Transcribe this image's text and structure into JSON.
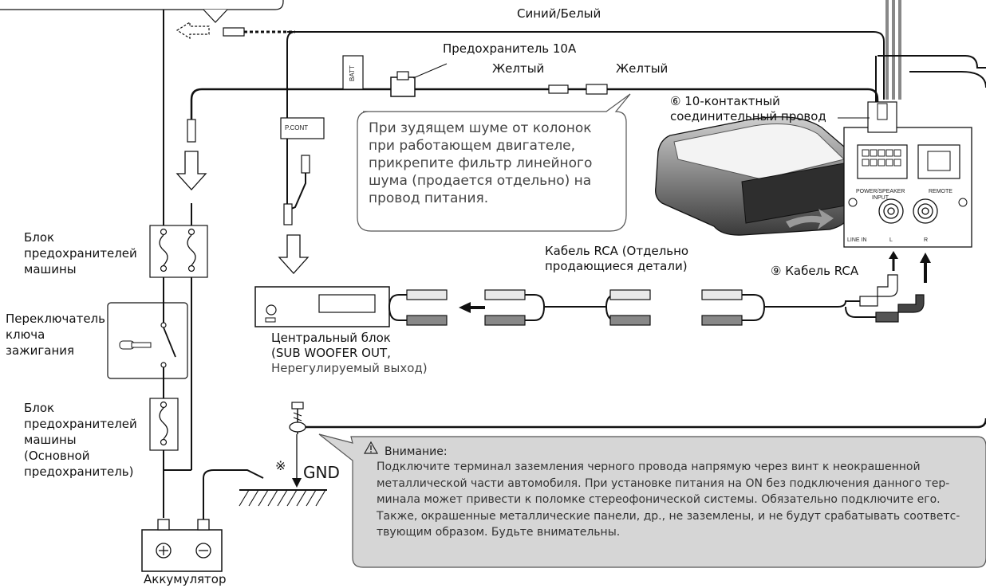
{
  "wires": {
    "blue_white": "Синий/Белый",
    "yellow_left": "Желтый",
    "yellow_right": "Желтый"
  },
  "fuse_label": "Предохранитель 10A",
  "batt_tag": "BATT",
  "pcont_tag": "P.CONT",
  "connector_10pin": {
    "number": "⑥",
    "line1": "10-контактный",
    "line2": "соединительный провод"
  },
  "noise_tip": [
    "При зудящем шуме от колонок",
    "при работающем двигателе,",
    "прикрепите фильтр линейного",
    "шума (продается отдельно) на",
    "провод питания."
  ],
  "panel": {
    "power_speaker_input": "POWER/SPEAKER",
    "input": "INPUT",
    "remote": "REMOTE",
    "line_in": "LINE IN",
    "l": "L",
    "r": "R"
  },
  "rca_separate": {
    "line1": "Кабель RCA (Отдельно",
    "line2": "продающиеся детали)"
  },
  "rca_cable": {
    "number": "⑨",
    "label": "Кабель RCA"
  },
  "head_unit": {
    "line1": "Центральный блок",
    "line2": "(SUB WOOFER OUT,",
    "line3": "Нерегулируемый выход)"
  },
  "fuse_block_1": [
    "Блок",
    "предохранителей",
    "машины"
  ],
  "ignition": [
    "Переключатель",
    "ключа",
    "зажигания"
  ],
  "fuse_block_2": [
    "Блок",
    "предохранителей",
    "машины",
    "(Основной",
    "предохранитель)"
  ],
  "battery": "Аккумулятор",
  "gnd": "GND",
  "gnd_mark": "※",
  "warning": {
    "icon": "warning-triangle-icon",
    "title": "Внимание:",
    "lines": [
      "Подключите терминал заземления черного провода напрямую через винт к неокрашенной",
      "металлической части автомобиля. При установке питания на ON без подключения данного тер-",
      "минала может привести к поломке стереофонической системы. Обязательно подключите его.",
      "Также, окрашенные металлические панели, др., не заземлены, и не будут срабатывать соответс-",
      "твующим образом. Будьте внимательны."
    ]
  },
  "colors": {
    "warning_box_fill": "#d6d6d6",
    "wire": "#111111",
    "arrow_gray": "#9a9a9a"
  }
}
